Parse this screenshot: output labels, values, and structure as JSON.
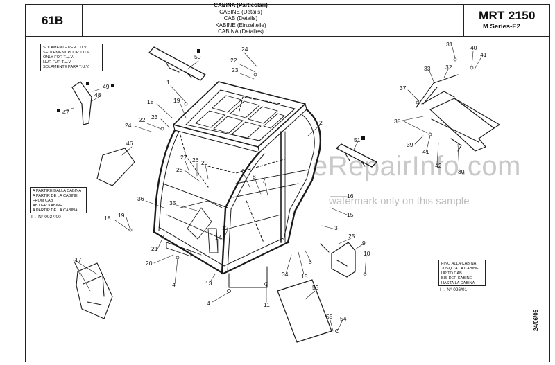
{
  "header": {
    "page_number": "61B",
    "titles": [
      "CABINA (Particolari)",
      "CABINE (Details)",
      "CAB (Details)",
      "KABINE (Einzelteile)",
      "CABINA (Detalles)"
    ],
    "model": "MRT 2150",
    "series": "M Series-E2"
  },
  "notes": {
    "tuv": [
      "SOLAMENTE PER T.U.V.",
      "SEULEMENT POUR T.U.V.",
      "ONLY FOR T.U.V.",
      "NUR FUR T.U.V.",
      "SOLAMENTE PARA T.U.V."
    ],
    "from_cab": [
      "A PARTIRE DALLA CABINA",
      "A PARTIR DE LA CABINE",
      "FROM CAB",
      "AB DER KABINE",
      "A PARTIR DE LA CABINA"
    ],
    "from_cab_number": "N° 0027/00",
    "up_to_cab": [
      "FINO ALLA CABINA",
      "JUSQU'A LA CABINE",
      "UP TO CAB",
      "BIS DER KABINE",
      "HASTA LA CABINA"
    ],
    "up_to_cab_number": "N° 026/01"
  },
  "watermark": {
    "site": "eRepairInfo.com",
    "sample": "watermark only on this sample"
  },
  "doc_id": "24/06/05",
  "icons": {
    "marker": "filled-square-marker",
    "arrow": "arrow-right-icon"
  },
  "callouts": [
    {
      "id": "50"
    },
    {
      "id": "24"
    },
    {
      "id": "22"
    },
    {
      "id": "23"
    },
    {
      "id": "1"
    },
    {
      "id": "49"
    },
    {
      "id": "48"
    },
    {
      "id": "47"
    },
    {
      "id": "18"
    },
    {
      "id": "19"
    },
    {
      "id": "23"
    },
    {
      "id": "22"
    },
    {
      "id": "24"
    },
    {
      "id": "2"
    },
    {
      "id": "46"
    },
    {
      "id": "27"
    },
    {
      "id": "26"
    },
    {
      "id": "29"
    },
    {
      "id": "28"
    },
    {
      "id": "6"
    },
    {
      "id": "8"
    },
    {
      "id": "7"
    },
    {
      "id": "36"
    },
    {
      "id": "35"
    },
    {
      "id": "18"
    },
    {
      "id": "19"
    },
    {
      "id": "12"
    },
    {
      "id": "14"
    },
    {
      "id": "21"
    },
    {
      "id": "20"
    },
    {
      "id": "4"
    },
    {
      "id": "17"
    },
    {
      "id": "13"
    },
    {
      "id": "4"
    },
    {
      "id": "34"
    },
    {
      "id": "11"
    },
    {
      "id": "15"
    },
    {
      "id": "53"
    },
    {
      "id": "55"
    },
    {
      "id": "54"
    },
    {
      "id": "16"
    },
    {
      "id": "15"
    },
    {
      "id": "3"
    },
    {
      "id": "25"
    },
    {
      "id": "9"
    },
    {
      "id": "10"
    },
    {
      "id": "5"
    },
    {
      "id": "31"
    },
    {
      "id": "40"
    },
    {
      "id": "41"
    },
    {
      "id": "33"
    },
    {
      "id": "32"
    },
    {
      "id": "37"
    },
    {
      "id": "38"
    },
    {
      "id": "39"
    },
    {
      "id": "41"
    },
    {
      "id": "42"
    },
    {
      "id": "30"
    },
    {
      "id": "51"
    }
  ]
}
